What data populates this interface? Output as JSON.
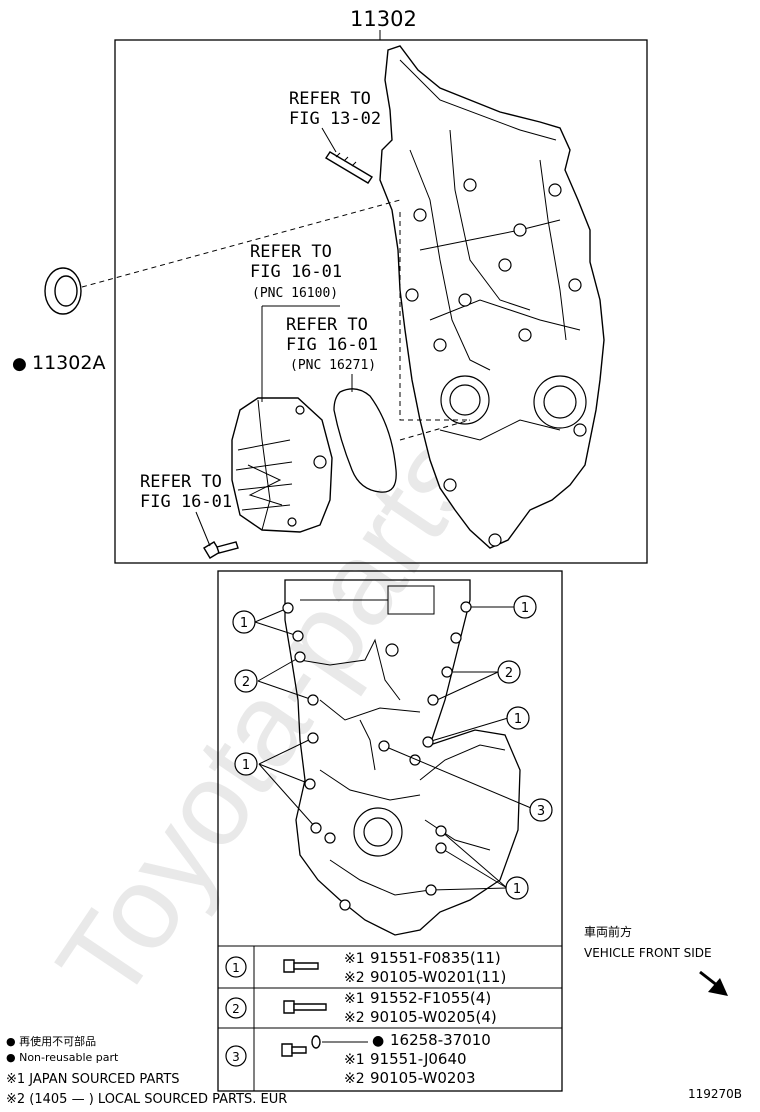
{
  "watermark": "Toyota-parts.ru",
  "main_part_number": "11302",
  "seal_part": {
    "bullet": "●",
    "number": "11302A"
  },
  "callouts": {
    "fig_13_02": [
      "REFER TO",
      "FIG 13-02"
    ],
    "fig_16_01_a": [
      "REFER TO",
      "FIG 16-01",
      "(PNC 16100)"
    ],
    "fig_16_01_b": [
      "REFER TO",
      "FIG 16-01",
      "(PNC 16271)"
    ],
    "fig_16_01_c": [
      "REFER TO",
      "FIG 16-01"
    ]
  },
  "bolt_markers": {
    "one": "1",
    "two": "2",
    "three": "3"
  },
  "parts_table": [
    {
      "index": "1",
      "lines": [
        {
          "prefix": "※1",
          "text": "91551-F0835(11)"
        },
        {
          "prefix": "※2",
          "text": "90105-W0201(11)"
        }
      ]
    },
    {
      "index": "2",
      "lines": [
        {
          "prefix": "※1",
          "text": "91552-F1055(4)"
        },
        {
          "prefix": "※2",
          "text": "90105-W0205(4)"
        }
      ]
    },
    {
      "index": "3",
      "lines": [
        {
          "prefix": "●",
          "text": "16258-37010"
        },
        {
          "prefix": "※1",
          "text": "91551-J0640"
        },
        {
          "prefix": "※2",
          "text": "90105-W0203"
        }
      ]
    }
  ],
  "direction": {
    "jp": "車両前方",
    "en": "VEHICLE FRONT SIDE",
    "arrow_icon": "arrow-down-right-icon"
  },
  "legend": {
    "jp_nonreusable": "● 再使用不可部品",
    "en_nonreusable": "● Non-reusable part",
    "note1": "※1 JAPAN SOURCED PARTS",
    "note2": "※2 (1405 —        ) LOCAL SOURCED PARTS. EUR"
  },
  "figure_code": "119270B"
}
